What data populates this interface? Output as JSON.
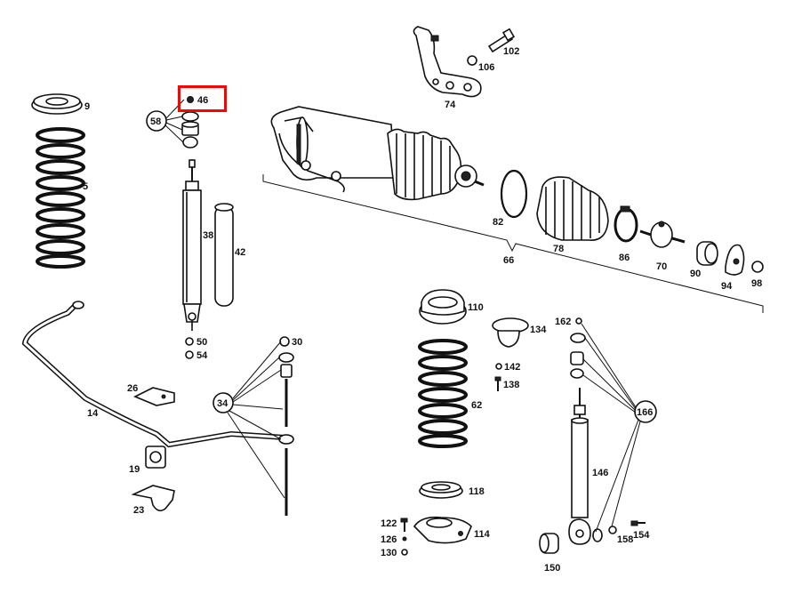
{
  "labels": {
    "n102": "102",
    "n106": "106",
    "n74": "74",
    "n9": "9",
    "n46": "46",
    "n58": "58",
    "n5": "5",
    "n38": "38",
    "n42": "42",
    "n82": "82",
    "n78": "78",
    "n86": "86",
    "n70": "70",
    "n90": "90",
    "n94": "94",
    "n98": "98",
    "n66": "66",
    "n110": "110",
    "n134": "134",
    "n162": "162",
    "n30": "30",
    "n50": "50",
    "n54": "54",
    "n26": "26",
    "n34": "34",
    "n14": "14",
    "n142": "142",
    "n138": "138",
    "n62": "62",
    "n166": "166",
    "n19": "19",
    "n23": "23",
    "n146": "146",
    "n118": "118",
    "n122": "122",
    "n114": "114",
    "n126": "126",
    "n130": "130",
    "n158": "158",
    "n154": "154",
    "n150": "150"
  },
  "highlight": {
    "color": "#ff0000",
    "target": "46"
  }
}
